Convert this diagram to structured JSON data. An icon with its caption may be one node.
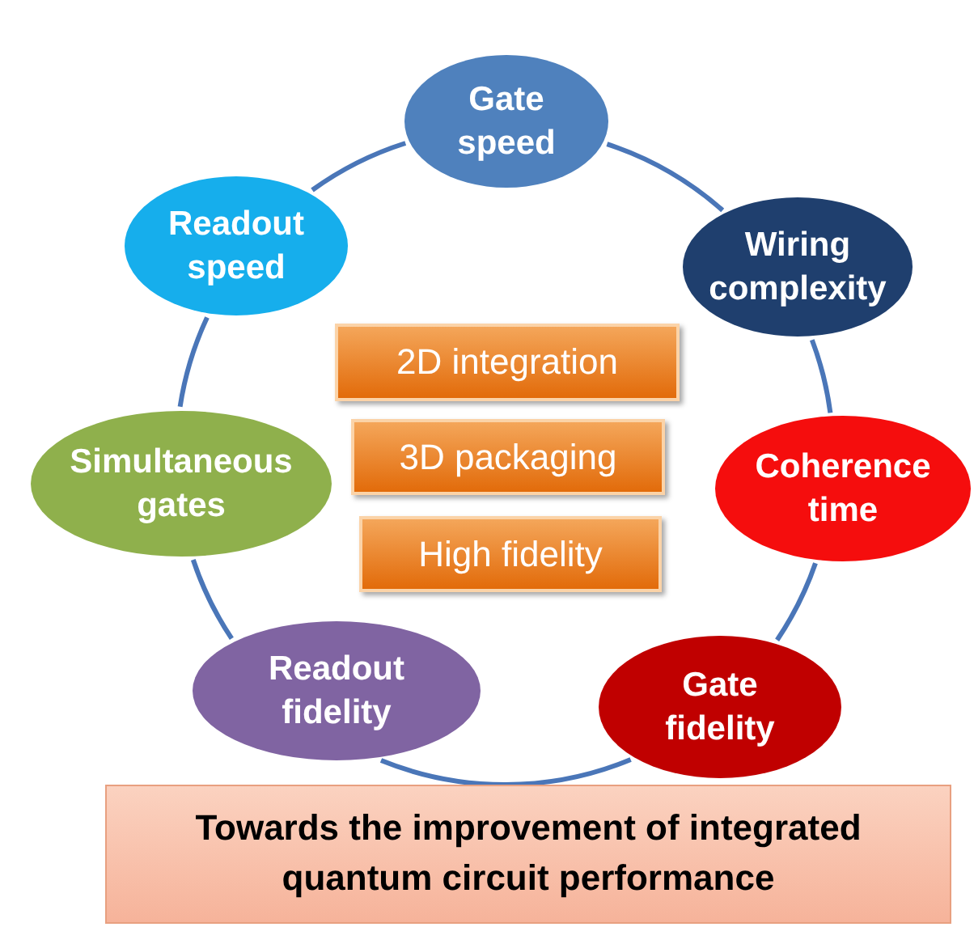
{
  "diagram": {
    "nodes": [
      {
        "text": [
          "Gate speed"
        ]
      },
      {
        "text": [
          "Wiring complexity"
        ]
      },
      {
        "text": [
          "Coherence time"
        ]
      },
      {
        "text": [
          "Gate fidelity"
        ]
      },
      {
        "text": [
          "Readout fidelity"
        ]
      },
      {
        "text": [
          "Simultaneous gates"
        ]
      },
      {
        "text": [
          "Readout speed"
        ]
      },
      {
        "text": [
          "2D integration"
        ]
      },
      {
        "text": [
          "3D packaging"
        ]
      },
      {
        "text": [
          "High fidelity"
        ]
      },
      {
        "text": [
          "Towards the improvement of integrated quantum circuit performance"
        ]
      }
    ],
    "edges": [
      {
        "from": 0,
        "to": 1,
        "arrow": "none"
      },
      {
        "from": 1,
        "to": 2,
        "arrow": "none"
      },
      {
        "from": 2,
        "to": 3,
        "arrow": "none"
      },
      {
        "from": 3,
        "to": 4,
        "arrow": "none"
      },
      {
        "from": 4,
        "to": 5,
        "arrow": "none"
      },
      {
        "from": 5,
        "to": 6,
        "arrow": "none"
      },
      {
        "from": 6,
        "to": 0,
        "arrow": "none"
      }
    ]
  }
}
